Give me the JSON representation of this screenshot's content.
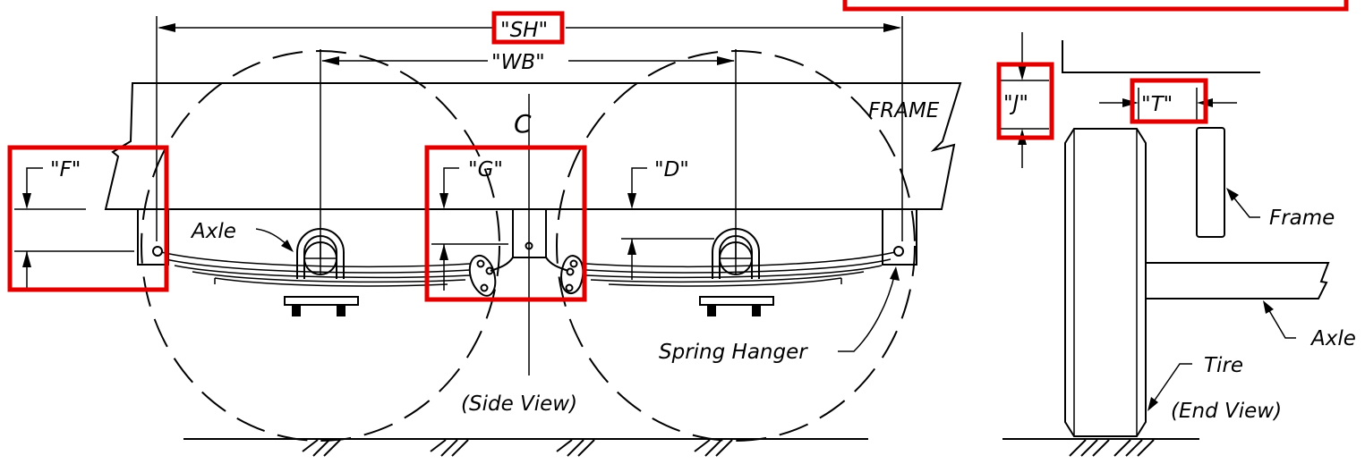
{
  "side_view": {
    "dimensions": {
      "sh": "\"SH\"",
      "wb": "\"WB\"",
      "f": "\"F\"",
      "g": "\"G\"",
      "d": "\"D\""
    },
    "centerline_symbol": "C",
    "labels": {
      "frame": "FRAME",
      "axle": "Axle",
      "spring_hanger": "Spring Hanger",
      "caption": "(Side View)"
    }
  },
  "end_view": {
    "dimensions": {
      "j": "\"J\"",
      "t": "\"T\""
    },
    "labels": {
      "frame": "Frame",
      "axle": "Axle",
      "tire": "Tire",
      "caption": "(End View)"
    }
  },
  "highlight_color": "#e00000"
}
